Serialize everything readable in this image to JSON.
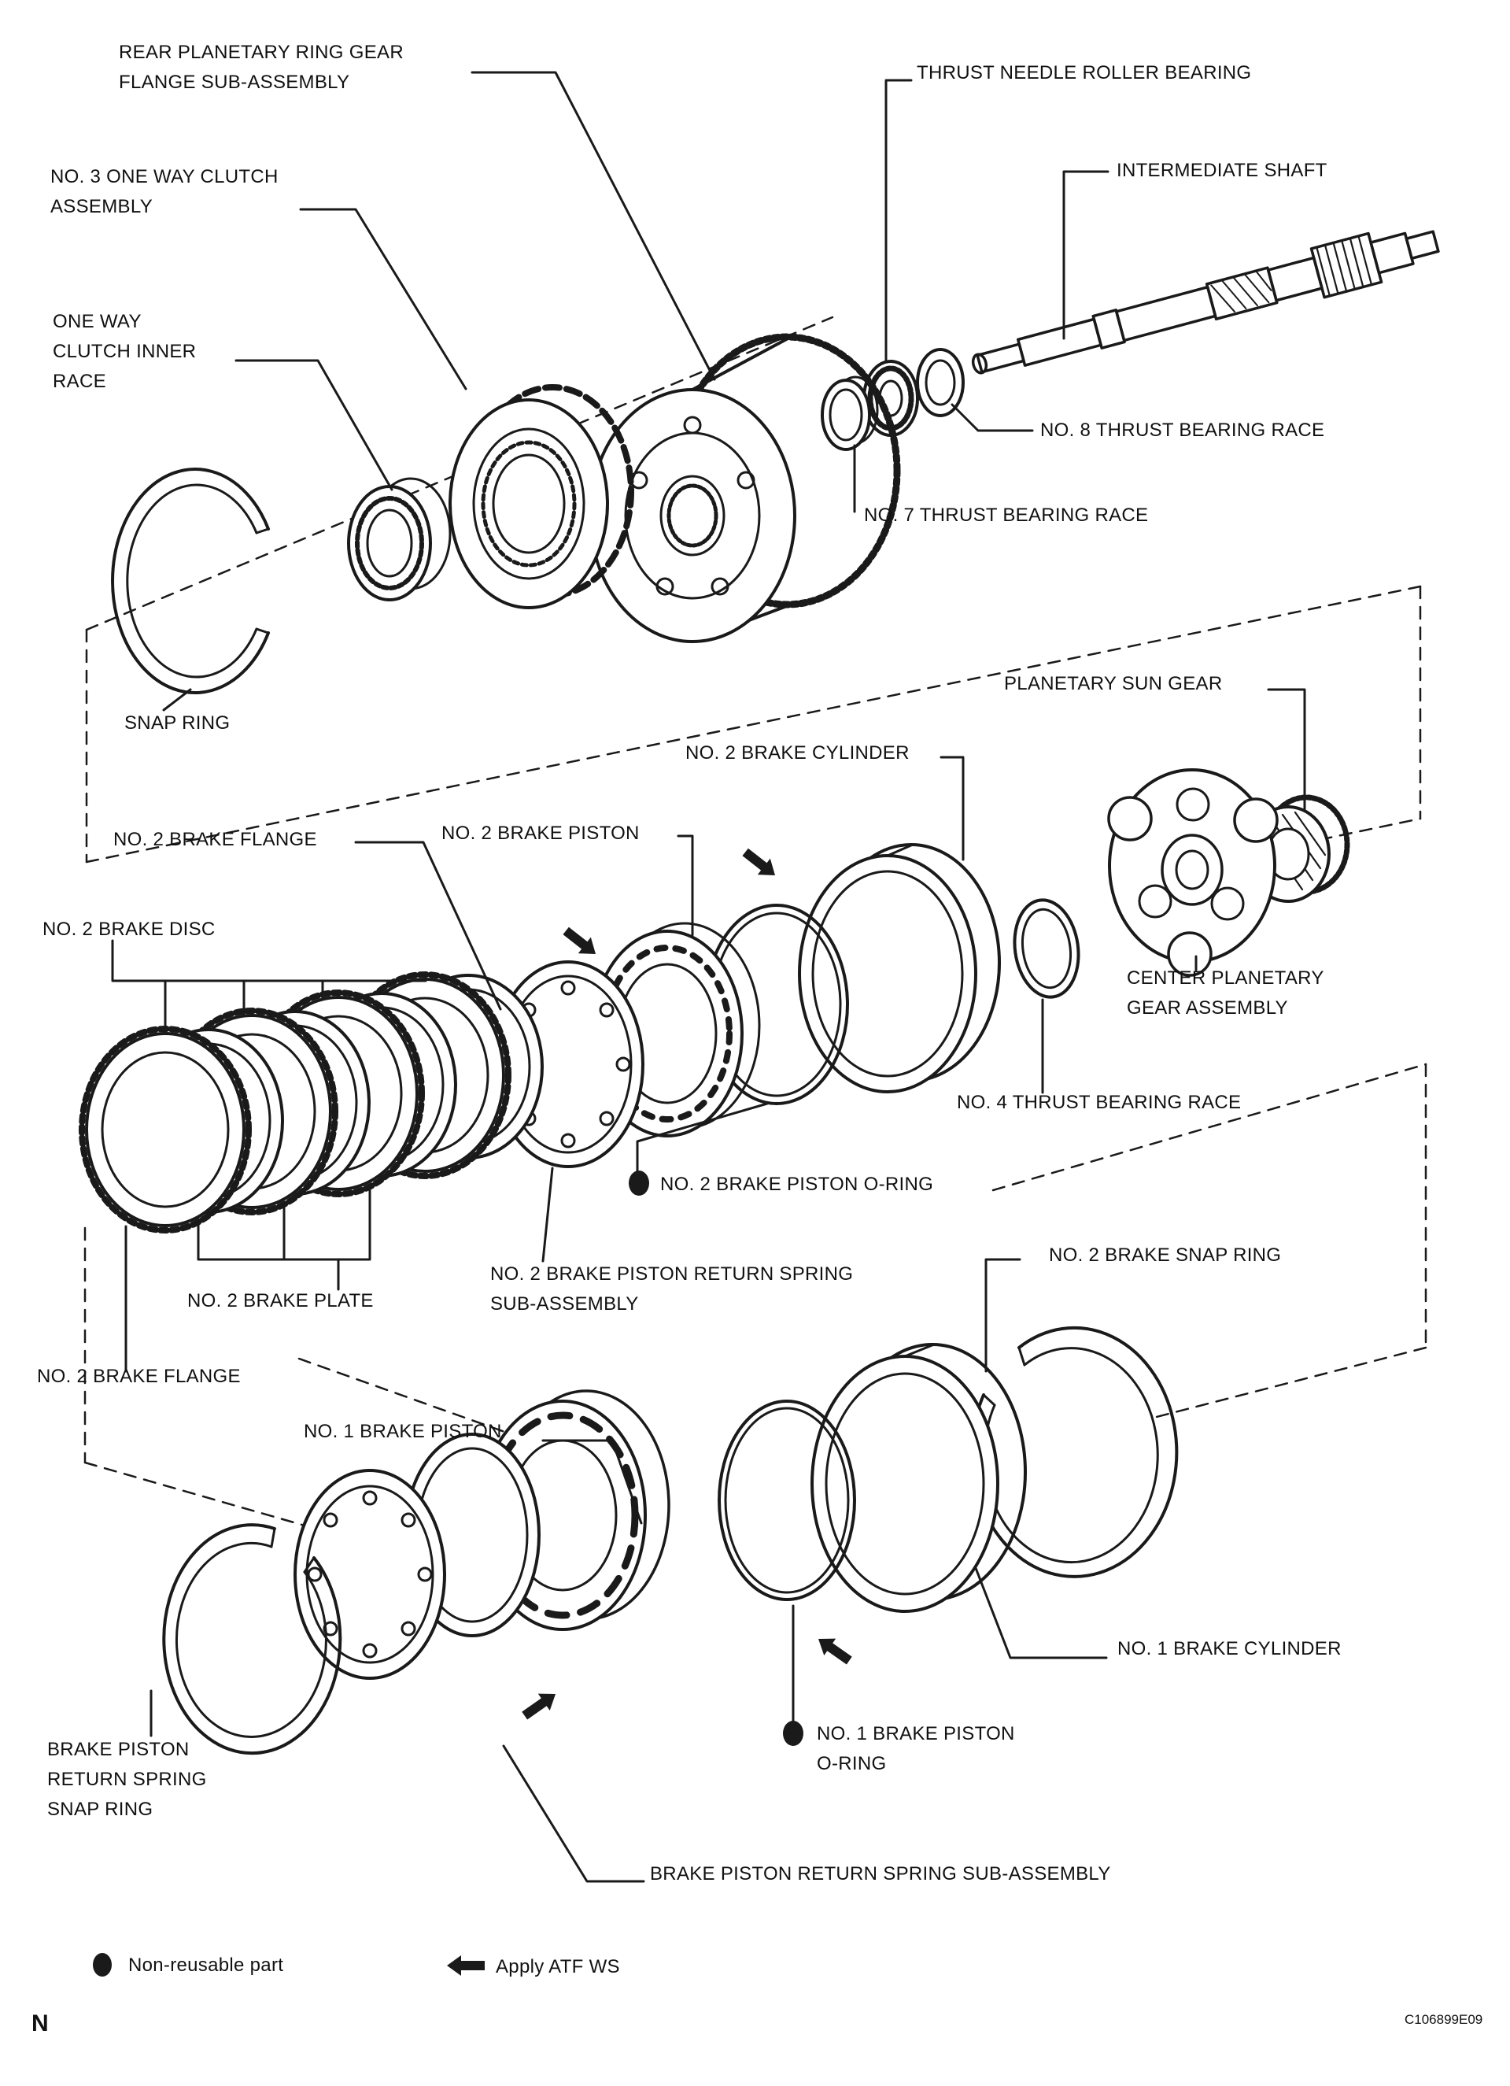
{
  "figure": {
    "type": "exploded-parts-diagram",
    "subject": "Automatic transmission planetary gear and brake exploded view",
    "code": "C106899E09",
    "page_marker": "N",
    "ink_color": "#1a1a1a",
    "background_color": "#ffffff"
  },
  "icons": {
    "non_reusable": "filled-black-dot",
    "apply_atf": "solid-black-arrow"
  },
  "legend": {
    "non_reusable_label": "Non-reusable part",
    "apply_atf_label": "Apply ATF WS"
  },
  "labels": {
    "rear_flange": {
      "text": "REAR PLANETARY RING GEAR\nFLANGE SUB-ASSEMBLY"
    },
    "thrust_needle": {
      "text": "THRUST NEEDLE ROLLER BEARING"
    },
    "no3_owc": {
      "text": "NO. 3 ONE WAY CLUTCH\nASSEMBLY"
    },
    "intermediate": {
      "text": "INTERMEDIATE SHAFT"
    },
    "owc_inner_race": {
      "text": "ONE WAY\nCLUTCH INNER\nRACE"
    },
    "no8_race": {
      "text": "NO. 8 THRUST BEARING RACE"
    },
    "no7_race": {
      "text": "NO. 7 THRUST BEARING RACE"
    },
    "snap_ring": {
      "text": "SNAP RING"
    },
    "sun_gear": {
      "text": "PLANETARY SUN GEAR"
    },
    "no2_cylinder": {
      "text": "NO. 2 BRAKE CYLINDER"
    },
    "no2_piston": {
      "text": "NO. 2 BRAKE PISTON"
    },
    "no2_flange_upper": {
      "text": "NO. 2 BRAKE FLANGE"
    },
    "no2_disc": {
      "text": "NO. 2 BRAKE DISC"
    },
    "center_carrier": {
      "text": "CENTER PLANETARY\nGEAR ASSEMBLY"
    },
    "no4_race": {
      "text": "NO. 4 THRUST BEARING RACE"
    },
    "no2_oring": {
      "text": "NO. 2 BRAKE PISTON O-RING"
    },
    "no2_return_spring": {
      "text": "NO. 2 BRAKE PISTON RETURN SPRING\nSUB-ASSEMBLY"
    },
    "no2_plate": {
      "text": "NO. 2 BRAKE PLATE"
    },
    "no2_snap_ring": {
      "text": "NO. 2 BRAKE SNAP RING"
    },
    "no2_flange_lower": {
      "text": "NO. 2 BRAKE FLANGE"
    },
    "no1_piston": {
      "text": "NO. 1 BRAKE PISTON"
    },
    "no1_cylinder": {
      "text": "NO. 1 BRAKE CYLINDER"
    },
    "bp_snap_ring": {
      "text": "BRAKE PISTON\nRETURN SPRING\nSNAP RING"
    },
    "no1_oring": {
      "text": "NO. 1 BRAKE PISTON\nO-RING"
    },
    "bp_spring": {
      "text": "BRAKE PISTON RETURN SPRING SUB-ASSEMBLY"
    }
  }
}
